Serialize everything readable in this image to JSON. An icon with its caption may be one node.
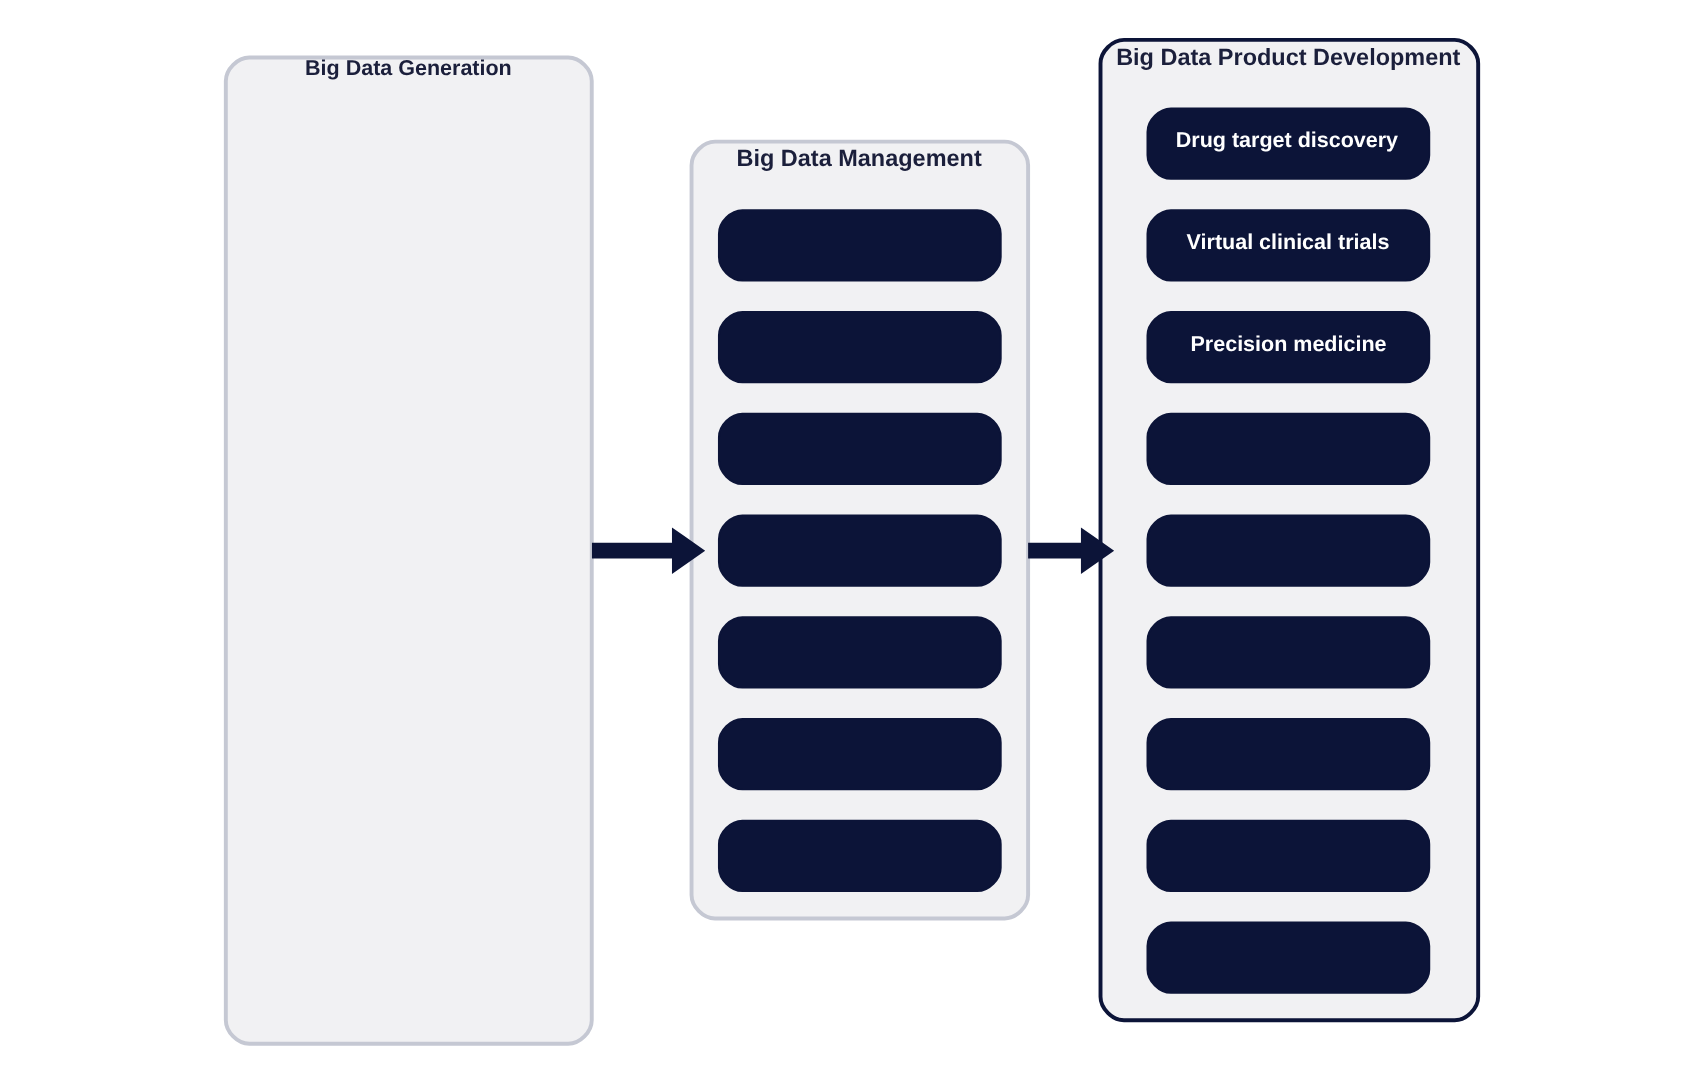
{
  "diagram": {
    "nodes": [
      {
        "text": [
          "Big Data Generation"
        ]
      },
      {
        "text": [
          "Big Data Management"
        ]
      },
      {
        "text": [],
        "shape": "box",
        "in": 1
      },
      {
        "text": [],
        "shape": "box",
        "in": 1
      },
      {
        "text": [],
        "shape": "box",
        "in": 1
      },
      {
        "text": [],
        "shape": "box",
        "in": 1
      },
      {
        "text": [],
        "shape": "box",
        "in": 1
      },
      {
        "text": [],
        "shape": "box",
        "in": 1
      },
      {
        "text": [],
        "shape": "box",
        "in": 1
      },
      {
        "text": [
          "Big Data Product Development"
        ]
      },
      {
        "text": [
          "Drug target discovery"
        ],
        "in": 9
      },
      {
        "text": [
          "Virtual clinical trials"
        ],
        "in": 9
      },
      {
        "text": [
          "Precision medicine"
        ],
        "in": 9
      },
      {
        "text": [],
        "shape": "box",
        "in": 9
      },
      {
        "text": [],
        "shape": "box",
        "in": 9
      },
      {
        "text": [],
        "shape": "box",
        "in": 9
      },
      {
        "text": [],
        "shape": "box",
        "in": 9
      },
      {
        "text": [],
        "shape": "box",
        "in": 9
      },
      {
        "text": [],
        "shape": "box",
        "in": 9
      }
    ],
    "edges": [
      {
        "from": 0,
        "to": 1,
        "arrow": "to"
      },
      {
        "from": 1,
        "to": 9,
        "arrow": "to"
      }
    ]
  }
}
